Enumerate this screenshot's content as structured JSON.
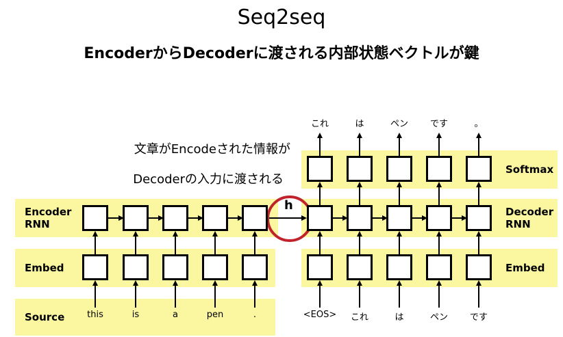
{
  "title": "Seq2seq",
  "subtitle": "EncoderからDecoderに渡される内部状態ベクトルが鍵",
  "note": {
    "line1": "文章がEncodeされた情報が",
    "line2": "Decoderの入力に渡される"
  },
  "hidden_state_label": "h",
  "encoder": {
    "rnn_label_line1": "Encoder",
    "rnn_label_line2": "RNN",
    "embed_label": "Embed",
    "source_label": "Source",
    "source_tokens": [
      "this",
      "is",
      "a",
      "pen",
      "."
    ]
  },
  "decoder": {
    "softmax_label": "Softmax",
    "rnn_label_line1": "Decoder",
    "rnn_label_line2": "RNN",
    "embed_label": "Embed",
    "input_tokens": [
      "<EOS>",
      "これ",
      "は",
      "ペン",
      "です"
    ],
    "output_tokens": [
      "これ",
      "は",
      "ペン",
      "です",
      "。"
    ]
  },
  "colors": {
    "band": "#fbf6a0",
    "highlight_circle": "#c0232b"
  }
}
